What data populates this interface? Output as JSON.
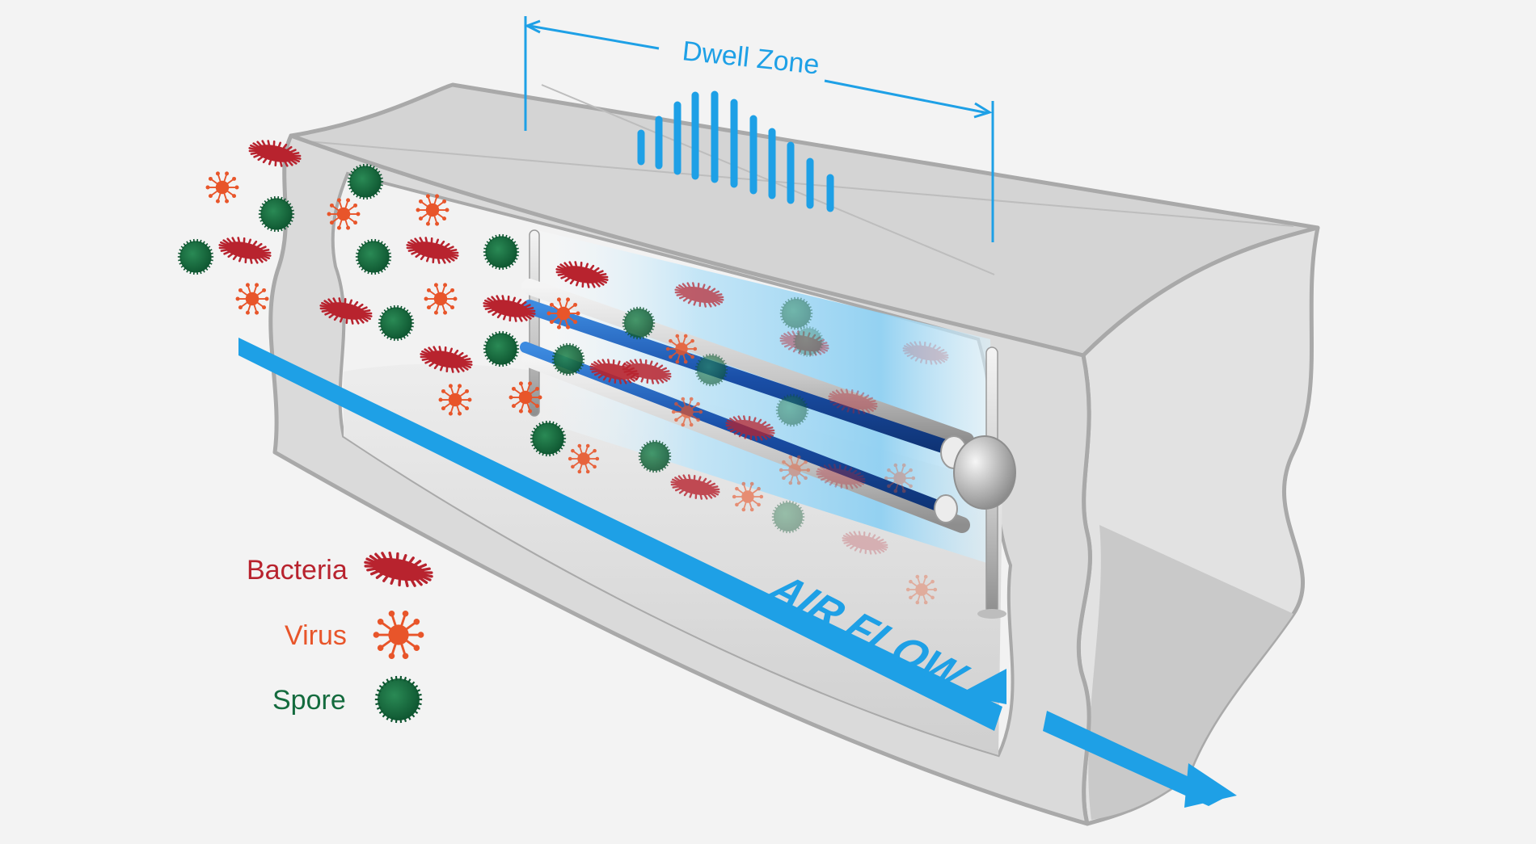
{
  "dwell_zone": {
    "label": "Dwell Zone"
  },
  "airflow": {
    "label": "AIR FLOW"
  },
  "legend": {
    "items": [
      {
        "label": "Bacteria",
        "icon": "bacteria-icon",
        "color": "#b8232e"
      },
      {
        "label": "Virus",
        "icon": "virus-icon",
        "color": "#e8552a"
      },
      {
        "label": "Spore",
        "icon": "spore-icon",
        "color": "#146b3e"
      }
    ]
  },
  "colors": {
    "accent_blue": "#1ea0e6",
    "duct_fill": "#d8d8d8",
    "duct_stroke": "#a9a9a9",
    "lamp_blue": "#1f5fb5",
    "bacteria": "#b8232e",
    "virus": "#e8552a",
    "spore": "#146b3e",
    "background": "#f3f3f3"
  }
}
